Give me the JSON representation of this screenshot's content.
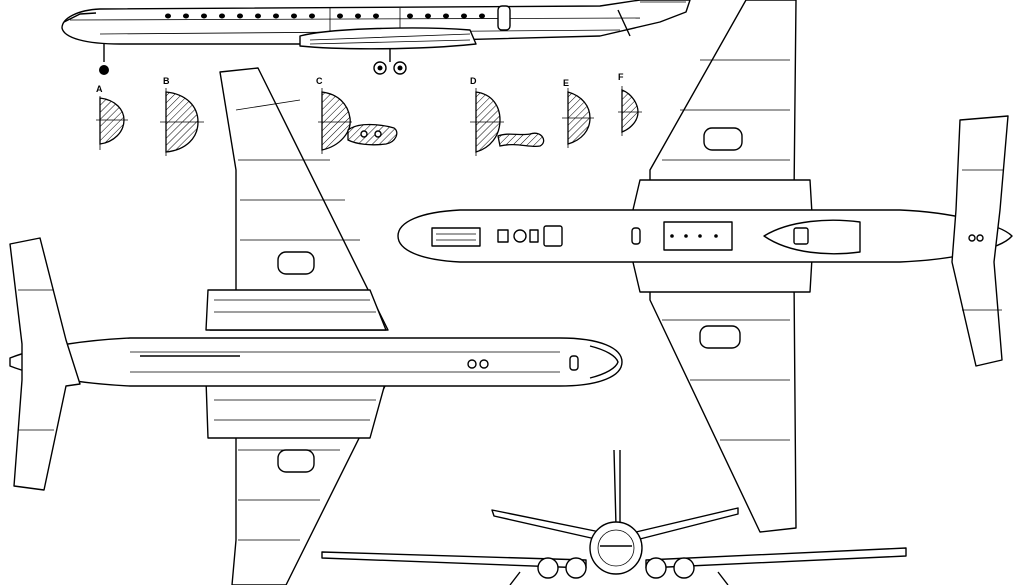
{
  "sections": [
    {
      "id": "A",
      "label": "A"
    },
    {
      "id": "B",
      "label": "B"
    },
    {
      "id": "C",
      "label": "C"
    },
    {
      "id": "D",
      "label": "D"
    },
    {
      "id": "E",
      "label": "E"
    },
    {
      "id": "F",
      "label": "F"
    }
  ],
  "colors": {
    "line": "#000000",
    "background": "#ffffff"
  }
}
